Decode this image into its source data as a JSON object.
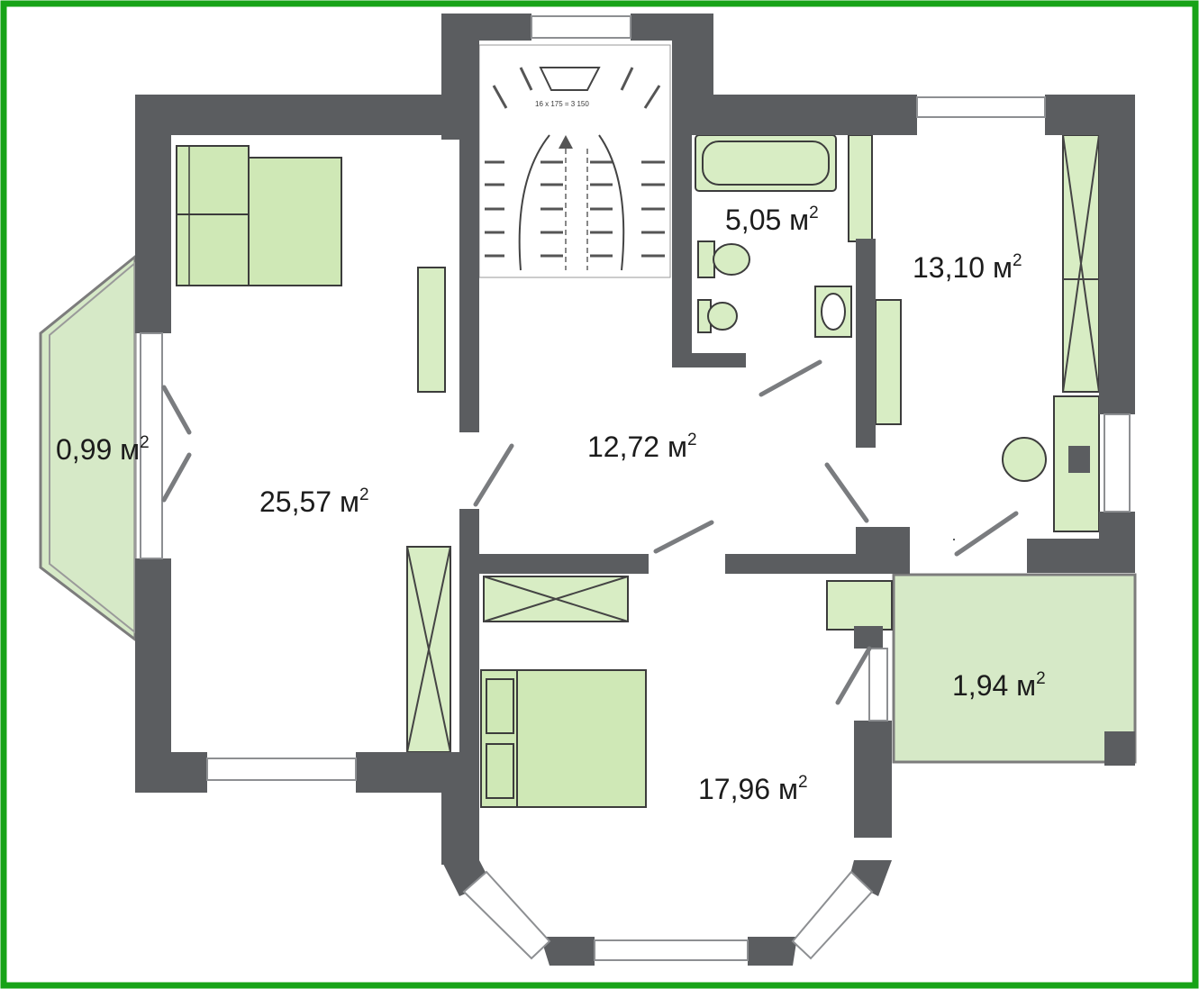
{
  "colors": {
    "frame": "#17a317",
    "wall": "#5b5d60",
    "furniture": "#cfe8b6",
    "balcony": "#d6e9c7",
    "window": "#ffffff"
  },
  "rooms": [
    {
      "id": "balcony-left",
      "area": "0,99 м",
      "sup": "2"
    },
    {
      "id": "bedroom-main",
      "area": "25,57 м",
      "sup": "2"
    },
    {
      "id": "hall",
      "area": "12,72 м",
      "sup": "2"
    },
    {
      "id": "bathroom",
      "area": "5,05 м",
      "sup": "2"
    },
    {
      "id": "room-right",
      "area": "13,10 м",
      "sup": "2"
    },
    {
      "id": "balcony-right",
      "area": "1,94 м",
      "sup": "2"
    },
    {
      "id": "bedroom-bay",
      "area": "17,96 м",
      "sup": "2"
    }
  ],
  "stairs": {
    "note": "16 x 175 = 3 150"
  },
  "icons": [
    "bed-icon",
    "bathtub-icon",
    "toilet-icon",
    "sink-icon",
    "wardrobe-icon",
    "stair-icon",
    "door-icon",
    "window-icon",
    "radiator-icon",
    "desk-icon",
    "chair-icon"
  ]
}
